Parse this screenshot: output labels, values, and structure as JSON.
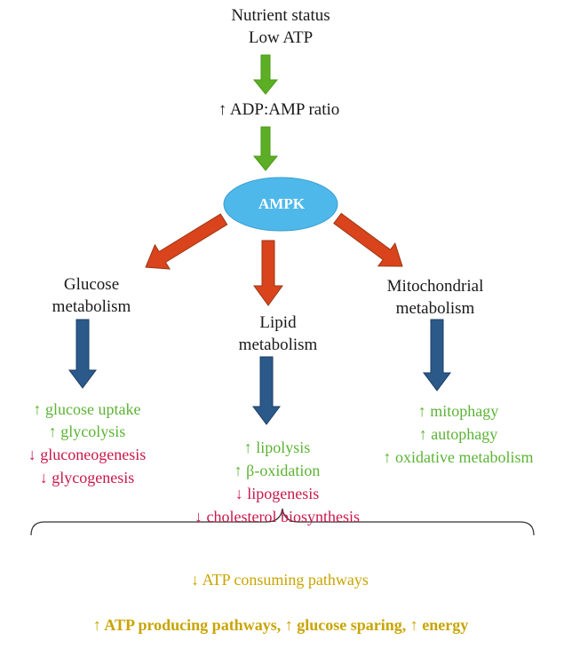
{
  "top": {
    "line1": "Nutrient status",
    "line2": "Low ATP"
  },
  "ratio": "↑ ADP:AMP ratio",
  "ampk": "AMPK",
  "branches": {
    "glucose": {
      "title": [
        "Glucose",
        "metabolism"
      ],
      "effects": [
        {
          "text": "↑ glucose uptake",
          "tone": "up"
        },
        {
          "text": "↑ glycolysis",
          "tone": "up"
        },
        {
          "text": "↓ gluconeogenesis",
          "tone": "down"
        },
        {
          "text": "↓ glycogenesis",
          "tone": "down"
        }
      ]
    },
    "lipid": {
      "title": [
        "Lipid",
        "metabolism"
      ],
      "effects": [
        {
          "text": "↑ lipolysis",
          "tone": "up"
        },
        {
          "text": "↑ β-oxidation",
          "tone": "up"
        },
        {
          "text": "↓ lipogenesis",
          "tone": "down"
        },
        {
          "text": "↓ cholesterol biosynthesis",
          "tone": "down"
        }
      ]
    },
    "mito": {
      "title": [
        "Mitochondrial",
        "metabolism"
      ],
      "effects": [
        {
          "text": "↑ mitophagy",
          "tone": "up"
        },
        {
          "text": "↑ autophagy",
          "tone": "up"
        },
        {
          "text": "↑ oxidative metabolism",
          "tone": "up"
        }
      ]
    }
  },
  "summary": {
    "consuming": "↓ ATP consuming pathways",
    "producing": "↑  ATP producing pathways, ↑ glucose sparing, ↑ energy"
  },
  "colors": {
    "green_arrow": "#5cae24",
    "orange_arrow": "#d9441c",
    "blue_arrow": "#2b5a8a",
    "ampk_fill": "#4fb8ea",
    "up_text": "#5cb335",
    "down_text": "#c8194b",
    "summary_text": "#c9a400"
  }
}
